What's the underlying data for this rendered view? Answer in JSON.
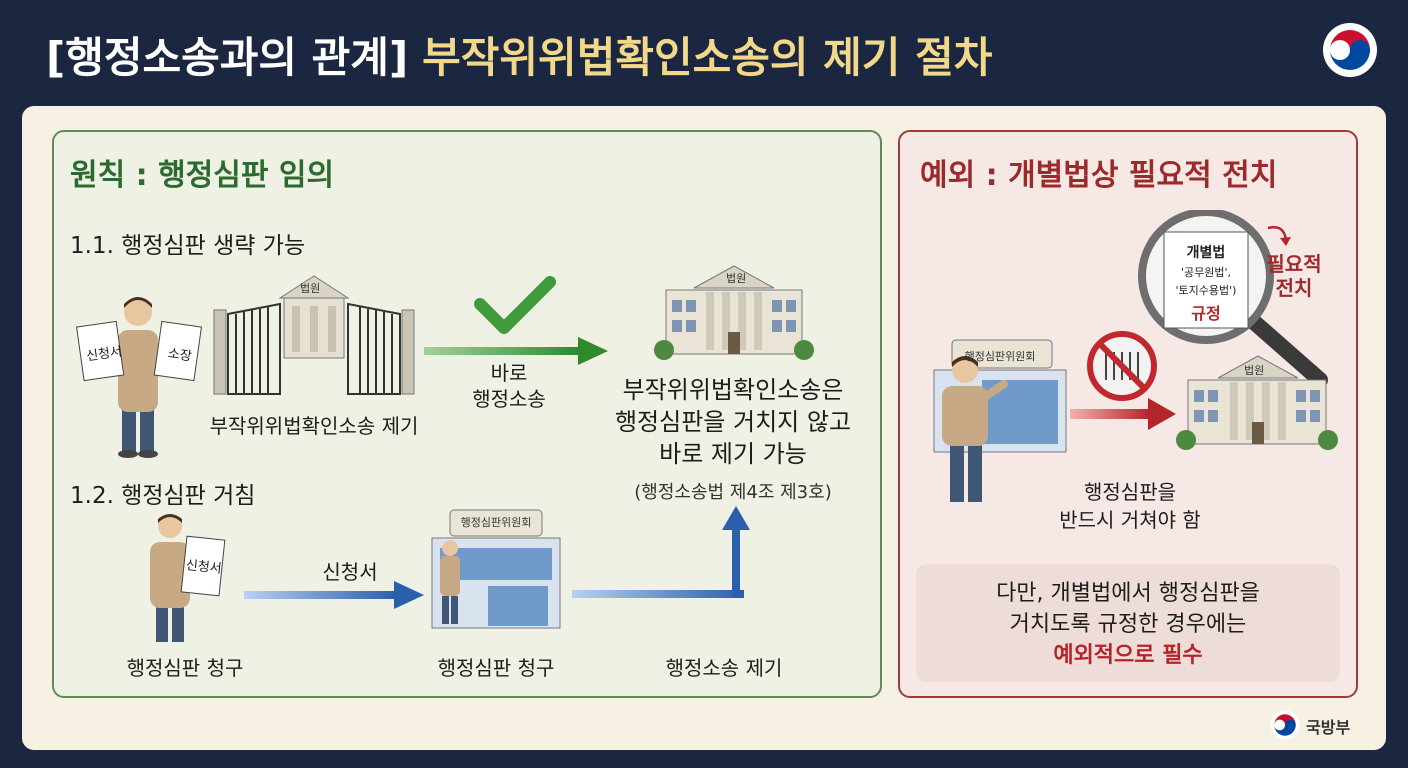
{
  "title": {
    "part1": "[행정소송과의 관계]",
    "part2": "부작위위법확인소송의 제기 절차"
  },
  "left": {
    "heading": "원칙 : 행정심판 임의",
    "section1": "1.1. 행정심판 생략 가능",
    "doc_petition": "신청서",
    "doc_complaint": "소장",
    "court_sign": "법원",
    "label_filing": "부작위위법확인소송 제기",
    "arrow_direct": "바로\n행정소송",
    "court_sign2": "법원",
    "result_text": "부작위위법확인소송은\n행정심판을 거치지 않고\n바로 제기 가능",
    "citation": "(행정소송법 제4조 제3호)",
    "section2": "1.2. 행정심판 거침",
    "doc_petition2": "신청서",
    "arrow_petition": "신청서",
    "committee_sign": "행정심판위원회",
    "label_claim1": "행정심판 청구",
    "label_claim2": "행정심판 청구",
    "label_lawsuit": "행정소송 제기"
  },
  "right": {
    "heading": "예외 : 개별법상 필요적 전치",
    "magnifier_title": "개별법",
    "magnifier_law1": "'공무원법',",
    "magnifier_law2": "'토지수용법')",
    "magnifier_rule": "규정",
    "required_label": "필요적\n전치",
    "committee_sign": "행정심판위원회",
    "court_sign": "법원",
    "must_text": "행정심판을\n반드시 거쳐야 함",
    "note_line1": "다만, 개별법에서 행정심판을",
    "note_line2": "거치도록 규정한 경우에는",
    "note_emphasis": "예외적으로 필수"
  },
  "footer": {
    "brand": "국방부"
  },
  "colors": {
    "background": "#1b2640",
    "title_accent": "#f2d98a",
    "green": "#2c6b2f",
    "red": "#9c2a2a",
    "blue_arrow": "#2a5fae"
  }
}
